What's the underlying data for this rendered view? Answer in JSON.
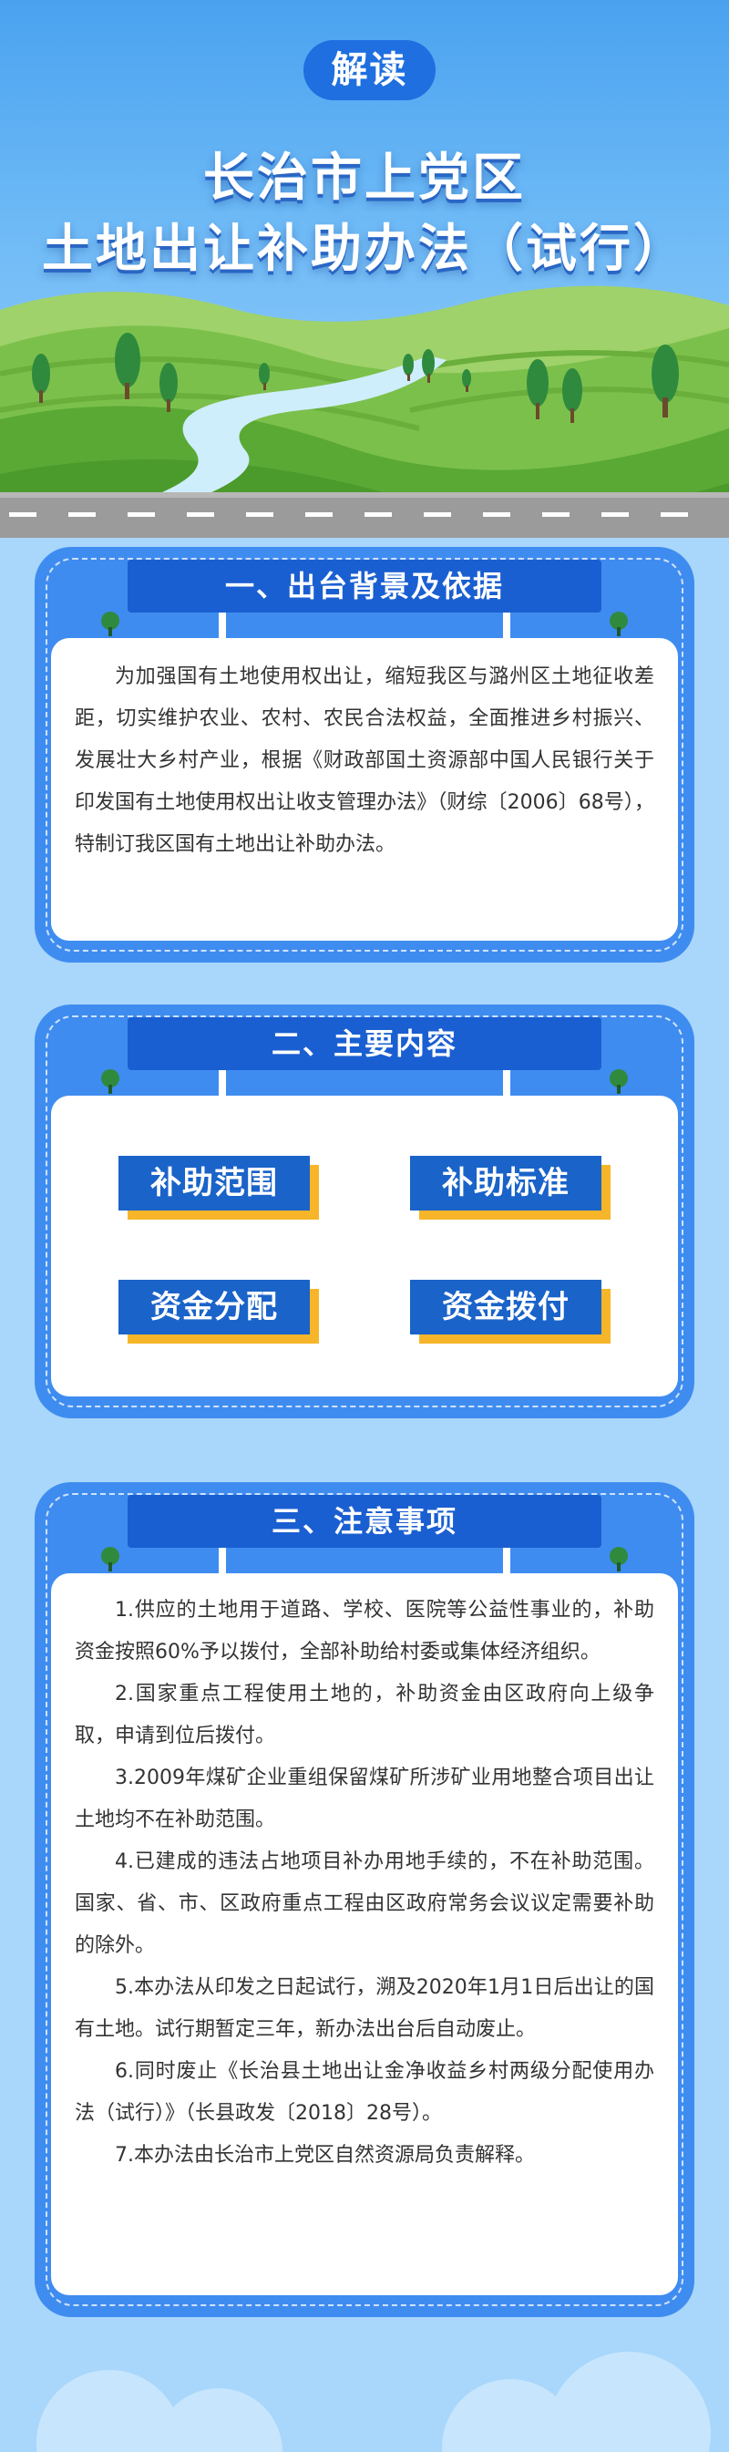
{
  "header": {
    "badge": "解读",
    "title_line1": "长治市上党区",
    "title_line2": "土地出让补助办法（试行）"
  },
  "sections": {
    "background": {
      "heading": "一、出台背景及依据",
      "paragraph": "为加强国有土地使用权出让，缩短我区与潞州区土地征收差距，切实维护农业、农村、农民合法权益，全面推进乡村振兴、发展壮大乡村产业，根据《财政部国土资源部中国人民银行关于印发国有土地使用权出让收支管理办法》（财综〔2006〕68号），特制订我区国有土地出让补助办法。"
    },
    "content": {
      "heading": "二、主要内容",
      "tags": [
        "补助范围",
        "补助标准",
        "资金分配",
        "资金拨付"
      ]
    },
    "notes": {
      "heading": "三、注意事项",
      "items": [
        "1.供应的土地用于道路、学校、医院等公益性事业的，补助资金按照60%予以拨付，全部补助给村委或集体经济组织。",
        "2.国家重点工程使用土地的，补助资金由区政府向上级争取，申请到位后拨付。",
        "3.2009年煤矿企业重组保留煤矿所涉矿业用地整合项目出让土地均不在补助范围。",
        "4.已建成的违法占地项目补办用地手续的，不在补助范围。国家、省、市、区政府重点工程由区政府常务会议议定需要补助的除外。",
        "5.本办法从印发之日起试行，溯及2020年1月1日后出让的国有土地。试行期暂定三年，新办法出台后自动废止。",
        "6.同时废止《长治县土地出让金净收益乡村两级分配使用办法（试行）》（长县政发〔2018〕28号）。",
        "7.本办法由长治市上党区自然资源局负责解释。"
      ]
    }
  }
}
